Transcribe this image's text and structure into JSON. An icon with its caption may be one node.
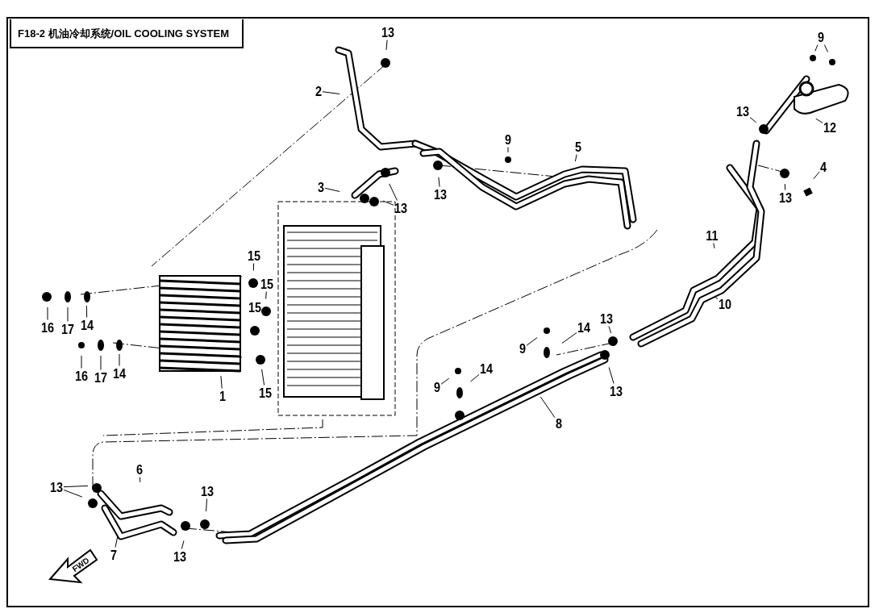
{
  "diagram": {
    "title": "F18-2 机油冷却系统/OIL COOLING SYSTEM",
    "nodes": [
      {
        "text": [
          "13"
        ]
      },
      {
        "text": [
          "2"
        ]
      },
      {
        "text": [
          "3"
        ]
      },
      {
        "text": [
          "13"
        ]
      },
      {
        "text": [
          "13"
        ]
      },
      {
        "text": [
          "9"
        ]
      },
      {
        "text": [
          "5"
        ]
      },
      {
        "text": [
          "9"
        ]
      },
      {
        "text": [
          "13"
        ]
      },
      {
        "text": [
          "12"
        ]
      },
      {
        "text": [
          "4"
        ]
      },
      {
        "text": [
          "13"
        ]
      },
      {
        "text": [
          "11"
        ]
      },
      {
        "text": [
          "10"
        ]
      },
      {
        "text": [
          "15"
        ]
      },
      {
        "text": [
          "15"
        ]
      },
      {
        "text": [
          "15"
        ]
      },
      {
        "text": [
          "15"
        ]
      },
      {
        "text": [
          "1"
        ]
      },
      {
        "text": [
          "16"
        ]
      },
      {
        "text": [
          "17"
        ]
      },
      {
        "text": [
          "14"
        ]
      },
      {
        "text": [
          "16"
        ]
      },
      {
        "text": [
          "17"
        ]
      },
      {
        "text": [
          "14"
        ]
      },
      {
        "text": [
          "9"
        ]
      },
      {
        "text": [
          "14"
        ]
      },
      {
        "text": [
          "13"
        ]
      },
      {
        "text": [
          "13"
        ]
      },
      {
        "text": [
          "9"
        ]
      },
      {
        "text": [
          "14"
        ]
      },
      {
        "text": [
          "8"
        ]
      },
      {
        "text": [
          "6"
        ]
      },
      {
        "text": [
          "13"
        ]
      },
      {
        "text": [
          "13"
        ]
      },
      {
        "text": [
          "7"
        ]
      },
      {
        "text": [
          "13"
        ]
      }
    ],
    "edges": [
      {
        "from": 0,
        "to": null,
        "arrow": "none"
      },
      {
        "from": 1,
        "to": null,
        "arrow": "none"
      },
      {
        "from": 2,
        "to": null,
        "arrow": "none"
      },
      {
        "from": 3,
        "to": null,
        "arrow": "none"
      },
      {
        "from": 3,
        "to": null,
        "arrow": "none"
      },
      {
        "from": 4,
        "to": null,
        "arrow": "none"
      },
      {
        "from": 5,
        "to": null,
        "arrow": "none"
      },
      {
        "from": 6,
        "to": null,
        "arrow": "none"
      },
      {
        "from": 7,
        "to": null,
        "arrow": "none"
      },
      {
        "from": 7,
        "to": null,
        "arrow": "none"
      },
      {
        "from": 8,
        "to": null,
        "arrow": "none"
      },
      {
        "from": 9,
        "to": null,
        "arrow": "none"
      },
      {
        "from": 10,
        "to": null,
        "arrow": "none"
      },
      {
        "from": 11,
        "to": null,
        "arrow": "none"
      },
      {
        "from": 12,
        "to": null,
        "arrow": "none"
      },
      {
        "from": 13,
        "to": null,
        "arrow": "none"
      },
      {
        "from": 14,
        "to": null,
        "arrow": "none"
      },
      {
        "from": 15,
        "to": null,
        "arrow": "none"
      },
      {
        "from": 17,
        "to": null,
        "arrow": "none"
      },
      {
        "from": 18,
        "to": null,
        "arrow": "none"
      },
      {
        "from": 19,
        "to": null,
        "arrow": "none"
      },
      {
        "from": 20,
        "to": null,
        "arrow": "none"
      },
      {
        "from": 21,
        "to": null,
        "arrow": "none"
      },
      {
        "from": 22,
        "to": null,
        "arrow": "none"
      },
      {
        "from": 23,
        "to": null,
        "arrow": "none"
      },
      {
        "from": 24,
        "to": null,
        "arrow": "none"
      },
      {
        "from": 25,
        "to": null,
        "arrow": "none"
      },
      {
        "from": 26,
        "to": null,
        "arrow": "none"
      },
      {
        "from": 27,
        "to": null,
        "arrow": "none"
      },
      {
        "from": 28,
        "to": null,
        "arrow": "none"
      },
      {
        "from": 29,
        "to": null,
        "arrow": "none"
      },
      {
        "from": 30,
        "to": null,
        "arrow": "none"
      },
      {
        "from": 31,
        "to": null,
        "arrow": "none"
      },
      {
        "from": 32,
        "to": null,
        "arrow": "none"
      },
      {
        "from": 33,
        "to": null,
        "arrow": "none"
      },
      {
        "from": 33,
        "to": null,
        "arrow": "none"
      },
      {
        "from": 34,
        "to": null,
        "arrow": "none"
      },
      {
        "from": 35,
        "to": null,
        "arrow": "none"
      },
      {
        "from": 36,
        "to": null,
        "arrow": "none"
      }
    ],
    "labels": [
      "FWD"
    ]
  }
}
